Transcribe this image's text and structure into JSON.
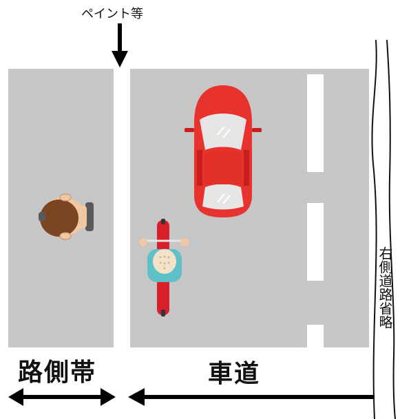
{
  "labels": {
    "paint": "ペイント等",
    "shoulder": "路側帯",
    "carriageway": "車道",
    "side_omitted": "右側道路省略"
  },
  "colors": {
    "road": "#c6c6c6",
    "line": "#ffffff",
    "car": "#e8322d",
    "bicycle": "#d81f2a",
    "rider_shirt": "#5fc0c7",
    "pedestrian_hair": "#7a4520",
    "arrow": "#000000"
  },
  "icons": {
    "car": "car-icon",
    "bicycle": "cyclist-icon",
    "pedestrian": "pedestrian-icon"
  }
}
